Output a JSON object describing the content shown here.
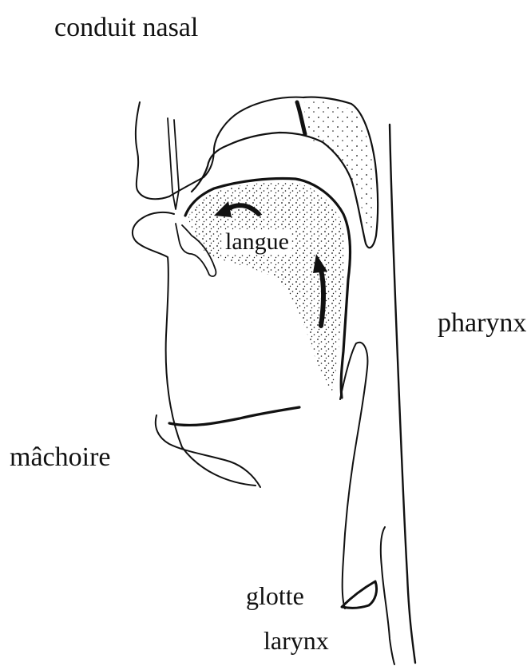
{
  "labels": {
    "nasal": "conduit nasal",
    "tongue": "langue",
    "pharynx": "pharynx",
    "jaw": "mâchoire",
    "glottis": "glotte",
    "larynx": "larynx"
  },
  "colors": {
    "ink": "#111111",
    "background": "#ffffff"
  }
}
